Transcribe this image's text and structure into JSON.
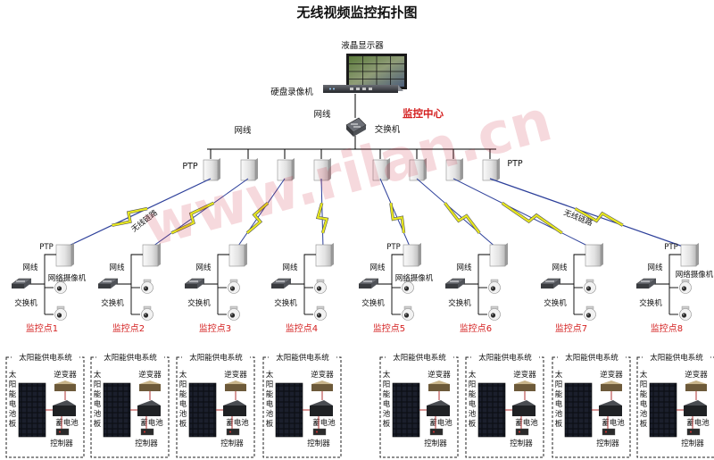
{
  "title": "无线视频监控拓扑图",
  "center": {
    "monitor_label": "液晶显示器",
    "dvr_label": "硬盘录像机",
    "cable_label": "网线",
    "switch_label": "交换机",
    "center_label": "监控中心",
    "bus_cable_label": "网线",
    "ptp_label": "PTP"
  },
  "wireless_label": "无线链路",
  "watermark": "www.rilan.cn",
  "site_labels": {
    "ptp": "PTP",
    "cable": "网线",
    "camera": "网络摄像机",
    "switch": "交换机"
  },
  "sites": [
    {
      "name": "监控点1"
    },
    {
      "name": "监控点2"
    },
    {
      "name": "监控点3"
    },
    {
      "name": "监控点4"
    },
    {
      "name": "监控点5"
    },
    {
      "name": "监控点6"
    },
    {
      "name": "监控点7"
    },
    {
      "name": "监控点8"
    }
  ],
  "solar": {
    "title": "太阳能供电系统",
    "panel_label": "太阳能电池板",
    "inverter": "逆变器",
    "battery": "蓄电池",
    "controller": "控制器"
  },
  "colors": {
    "accent_red": "#d42020",
    "lightning": "#e8e81e",
    "link_blue": "#2c3f9a"
  }
}
